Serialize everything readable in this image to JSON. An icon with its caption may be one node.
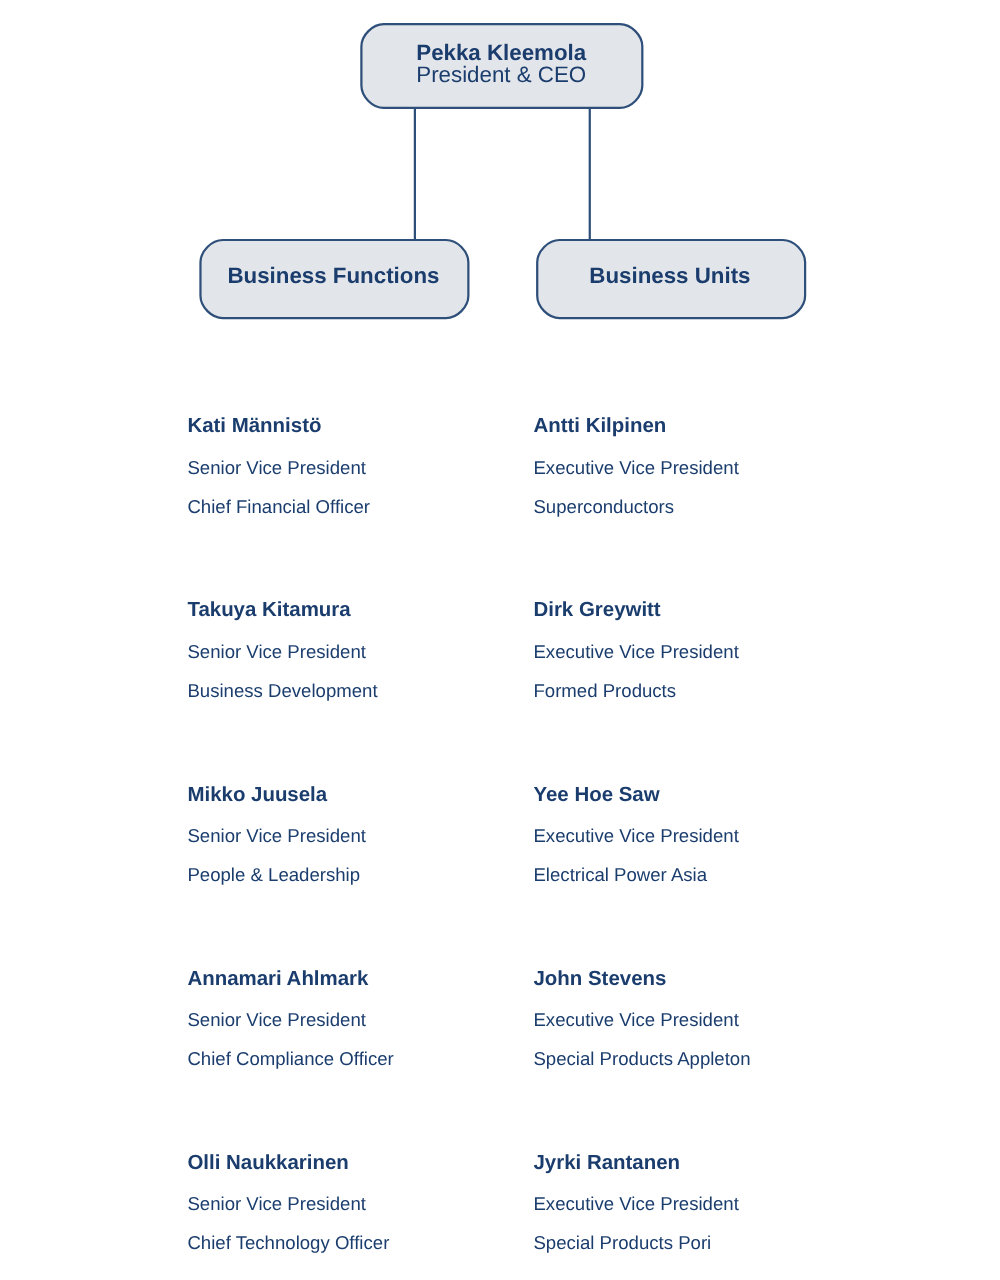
{
  "diagram": {
    "nodes": [
      {
        "text": [
          "Pekka Kleemola",
          "President & CEO"
        ]
      },
      {
        "text": [
          "Business Functions"
        ]
      },
      {
        "text": [
          "Business Units"
        ]
      }
    ],
    "edges": [
      {
        "from": 0,
        "to": 1,
        "arrow": "none"
      },
      {
        "from": 0,
        "to": 2,
        "arrow": "none"
      }
    ],
    "labels": [
      "Kati Männistö",
      "Senior Vice President",
      "Chief Financial Officer",
      "Takuya Kitamura",
      "Senior Vice President",
      "Business Development",
      "Mikko Juusela",
      "Senior Vice President",
      "People & Leadership",
      "Annamari Ahlmark",
      "Senior Vice President",
      "Chief Compliance Officer",
      "Olli Naukkarinen",
      "Senior Vice President",
      "Chief Technology Officer",
      "Antti Kilpinen",
      "Executive Vice President",
      "Superconductors",
      "Dirk Greywitt",
      "Executive Vice President",
      "Formed Products",
      "Yee Hoe Saw",
      "Executive Vice President",
      "Electrical Power Asia",
      "John Stevens",
      "Executive Vice President",
      "Special Products Appleton",
      "Jyrki Rantanen",
      "Executive Vice President",
      "Special Products Pori"
    ]
  }
}
